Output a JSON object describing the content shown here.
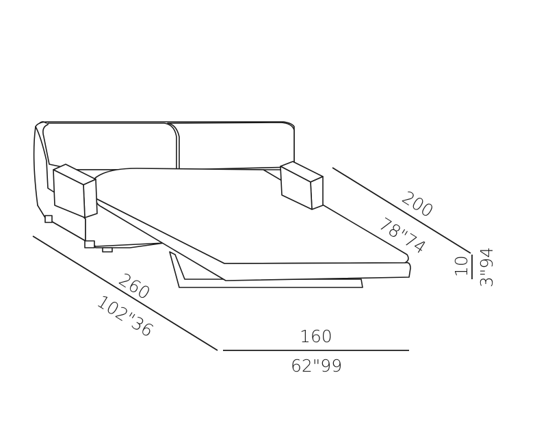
{
  "dimensions": {
    "depth": {
      "cm": "200",
      "in": "78\"74"
    },
    "height": {
      "cm": "10",
      "in": "3\"94"
    },
    "length": {
      "cm": "260",
      "in": "102\"36"
    },
    "width": {
      "cm": "160",
      "in": "62\"99"
    }
  }
}
